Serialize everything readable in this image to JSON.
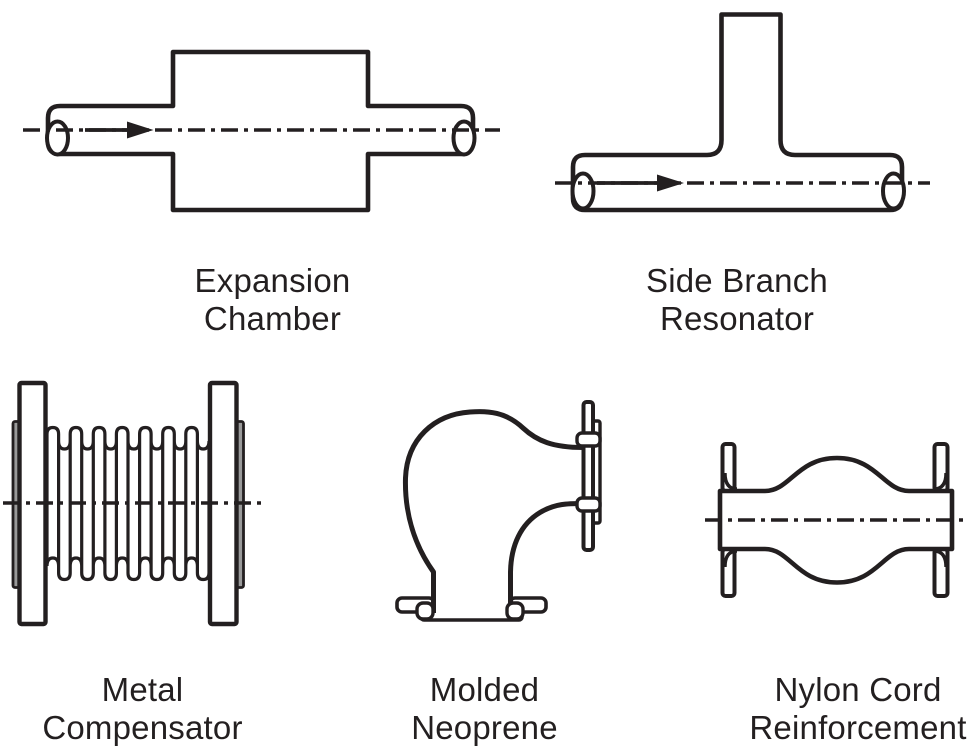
{
  "page": {
    "background": "#ffffff",
    "ink_color": "#231f20"
  },
  "figures": [
    {
      "name": "expansion-chamber",
      "line1": "Expansion",
      "line2": "Chamber"
    },
    {
      "name": "side-branch-resonator",
      "line1": "Side Branch",
      "line2": "Resonator"
    },
    {
      "name": "metal-compensator",
      "line1": "Metal",
      "line2": "Compensator"
    },
    {
      "name": "molded-neoprene",
      "line1": "Molded",
      "line2": "Neoprene"
    },
    {
      "name": "nylon-cord-reinforcement",
      "line1": "Nylon Cord",
      "line2": "Reinforcement"
    }
  ]
}
